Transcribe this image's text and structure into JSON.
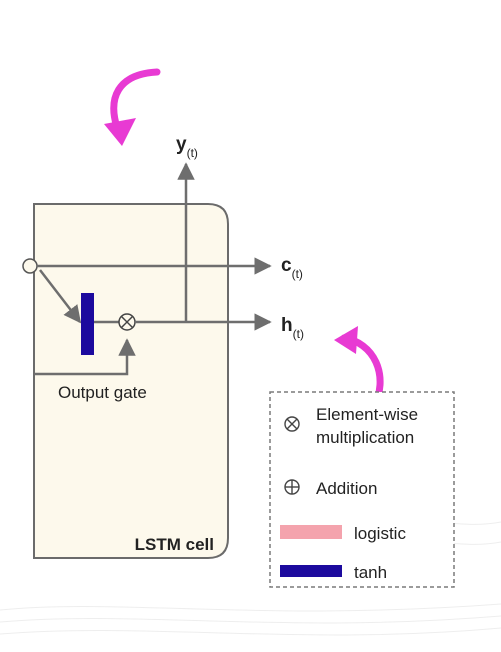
{
  "diagram": {
    "outputs": {
      "y": {
        "main": "y",
        "sub": "(t)"
      },
      "c": {
        "main": "c",
        "sub": "(t)"
      },
      "h": {
        "main": "h",
        "sub": "(t)"
      }
    },
    "output_gate_label": "Output gate",
    "cell_label": "LSTM cell"
  },
  "legend": {
    "items": [
      {
        "icon": "element-wise-multiplication-icon",
        "line1": "Element-wise",
        "line2": "multiplication"
      },
      {
        "icon": "addition-icon",
        "label": "Addition"
      },
      {
        "swatch_color": "#f4a3ad",
        "label": "logistic"
      },
      {
        "swatch_color": "#1c0a9e",
        "label": "tanh"
      }
    ]
  },
  "colors": {
    "cell_fill": "#fdf9ec",
    "cell_border": "#6b6b6b",
    "arrow": "#6e6e6e",
    "annotation_arrow": "#e83ad3",
    "tanh": "#1c0a9e",
    "logistic": "#f4a3ad"
  }
}
